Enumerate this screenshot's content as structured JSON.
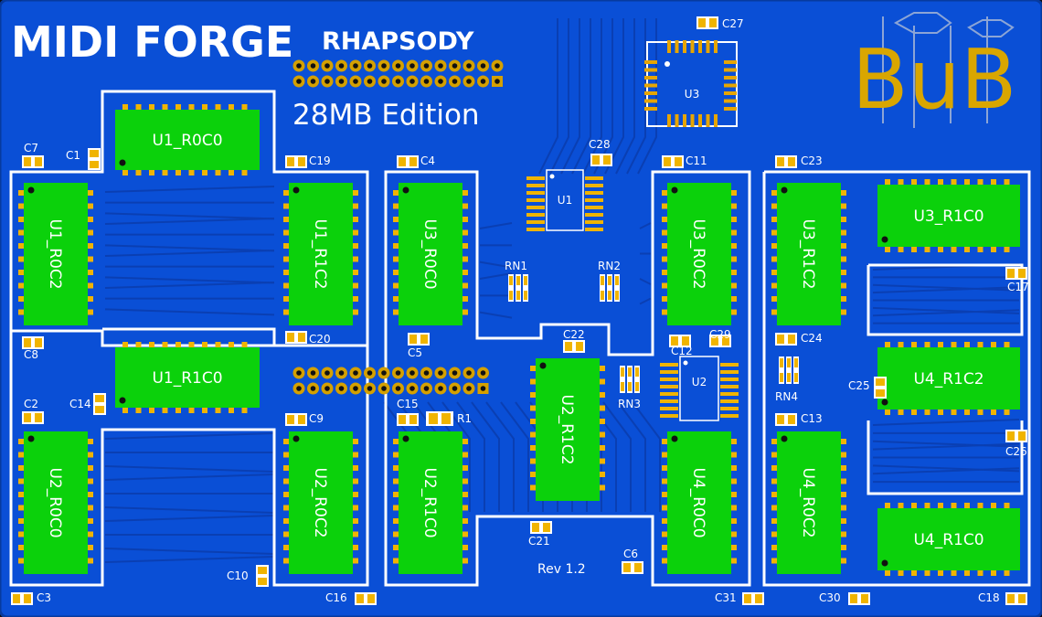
{
  "board": {
    "title": "MIDI FORGE",
    "subtitle": "RHAPSODY",
    "edition": "28MB Edition",
    "logo": "BuB",
    "revision": "Rev 1.2"
  },
  "colors": {
    "board": "#0a4fd6",
    "board_edge": "#073a9e",
    "trace": "#0a3fb3",
    "silk": "#ffffff",
    "chip": "#0bd10b",
    "pad": "#f0b400",
    "logo": "#d9a600",
    "mcu": "#e7a500"
  },
  "memory_chips": {
    "U1_R0C0": "U1_R0C0",
    "U1_R0C2": "U1_R0C2",
    "U1_R1C2": "U1_R1C2",
    "U1_R1C0": "U1_R1C0",
    "U3_R0C0": "U3_R0C0",
    "U2_R1C0": "U2_R1C0",
    "U2_R0C0": "U2_R0C0",
    "U2_R0C2": "U2_R0C2",
    "U2_R1C2": "U2_R1C2",
    "U3_R0C2": "U3_R0C2",
    "U4_R0C0": "U4_R0C0",
    "U3_R1C2": "U3_R1C2",
    "U4_R0C2": "U4_R0C2",
    "U3_R1C0": "U3_R1C0",
    "U4_R1C2": "U4_R1C2",
    "U4_R1C0": "U4_R1C0"
  },
  "ics": {
    "U1": "U1",
    "U2": "U2",
    "U3": "U3"
  },
  "resistor_networks": {
    "RN1": "RN1",
    "RN2": "RN2",
    "RN3": "RN3",
    "RN4": "RN4"
  },
  "resistors": {
    "R1": "R1"
  },
  "capacitors": {
    "C1": "C1",
    "C2": "C2",
    "C3": "C3",
    "C4": "C4",
    "C5": "C5",
    "C6": "C6",
    "C7": "C7",
    "C8": "C8",
    "C9": "C9",
    "C10": "C10",
    "C11": "C11",
    "C12": "C12",
    "C13": "C13",
    "C14": "C14",
    "C15": "C15",
    "C16": "C16",
    "C17": "C17",
    "C18": "C18",
    "C19": "C19",
    "C20": "C20",
    "C21": "C21",
    "C22": "C22",
    "C23": "C23",
    "C24": "C24",
    "C25": "C25",
    "C26": "C26",
    "C27": "C27",
    "C28": "C28",
    "C29": "C29",
    "C30": "C30",
    "C31": "C31"
  }
}
